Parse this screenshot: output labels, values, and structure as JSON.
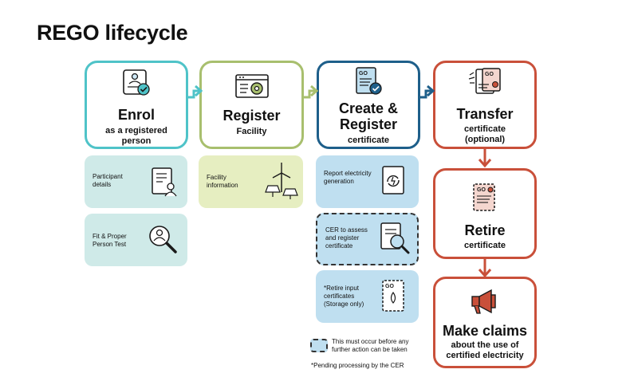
{
  "title": "REGO lifecycle",
  "colors": {
    "teal": "#4fc3c8",
    "green": "#a8bf6e",
    "navy": "#1e5f8a",
    "red": "#c9503a",
    "teal_fill": "#cfeae8",
    "green_fill": "#e6eec1",
    "blue_fill": "#bfdff0"
  },
  "stages": {
    "enrol": {
      "name": "Enrol",
      "sub": "as a registered person"
    },
    "register": {
      "name": "Register",
      "sub": "Facility"
    },
    "create": {
      "name": "Create & Register",
      "sub": "certificate"
    },
    "transfer": {
      "name": "Transfer",
      "sub": "certificate (optional)"
    },
    "retire": {
      "name": "Retire",
      "sub": "certificate"
    },
    "claims": {
      "name": "Make claims",
      "sub": "about the use of certified electricity"
    }
  },
  "cards": {
    "participant": "Participant details",
    "fitproper": "Fit & Proper Person Test",
    "facility": "Facility information",
    "report": "Report electricity generation",
    "cer_assess": "CER to assess and register certificate",
    "retire_input": "*Retire input certificates (Storage only)"
  },
  "legend": "This must occur before any further action can be taken",
  "footnote": "*Pending processing by the CER",
  "icons": {
    "go_label": "GO"
  }
}
